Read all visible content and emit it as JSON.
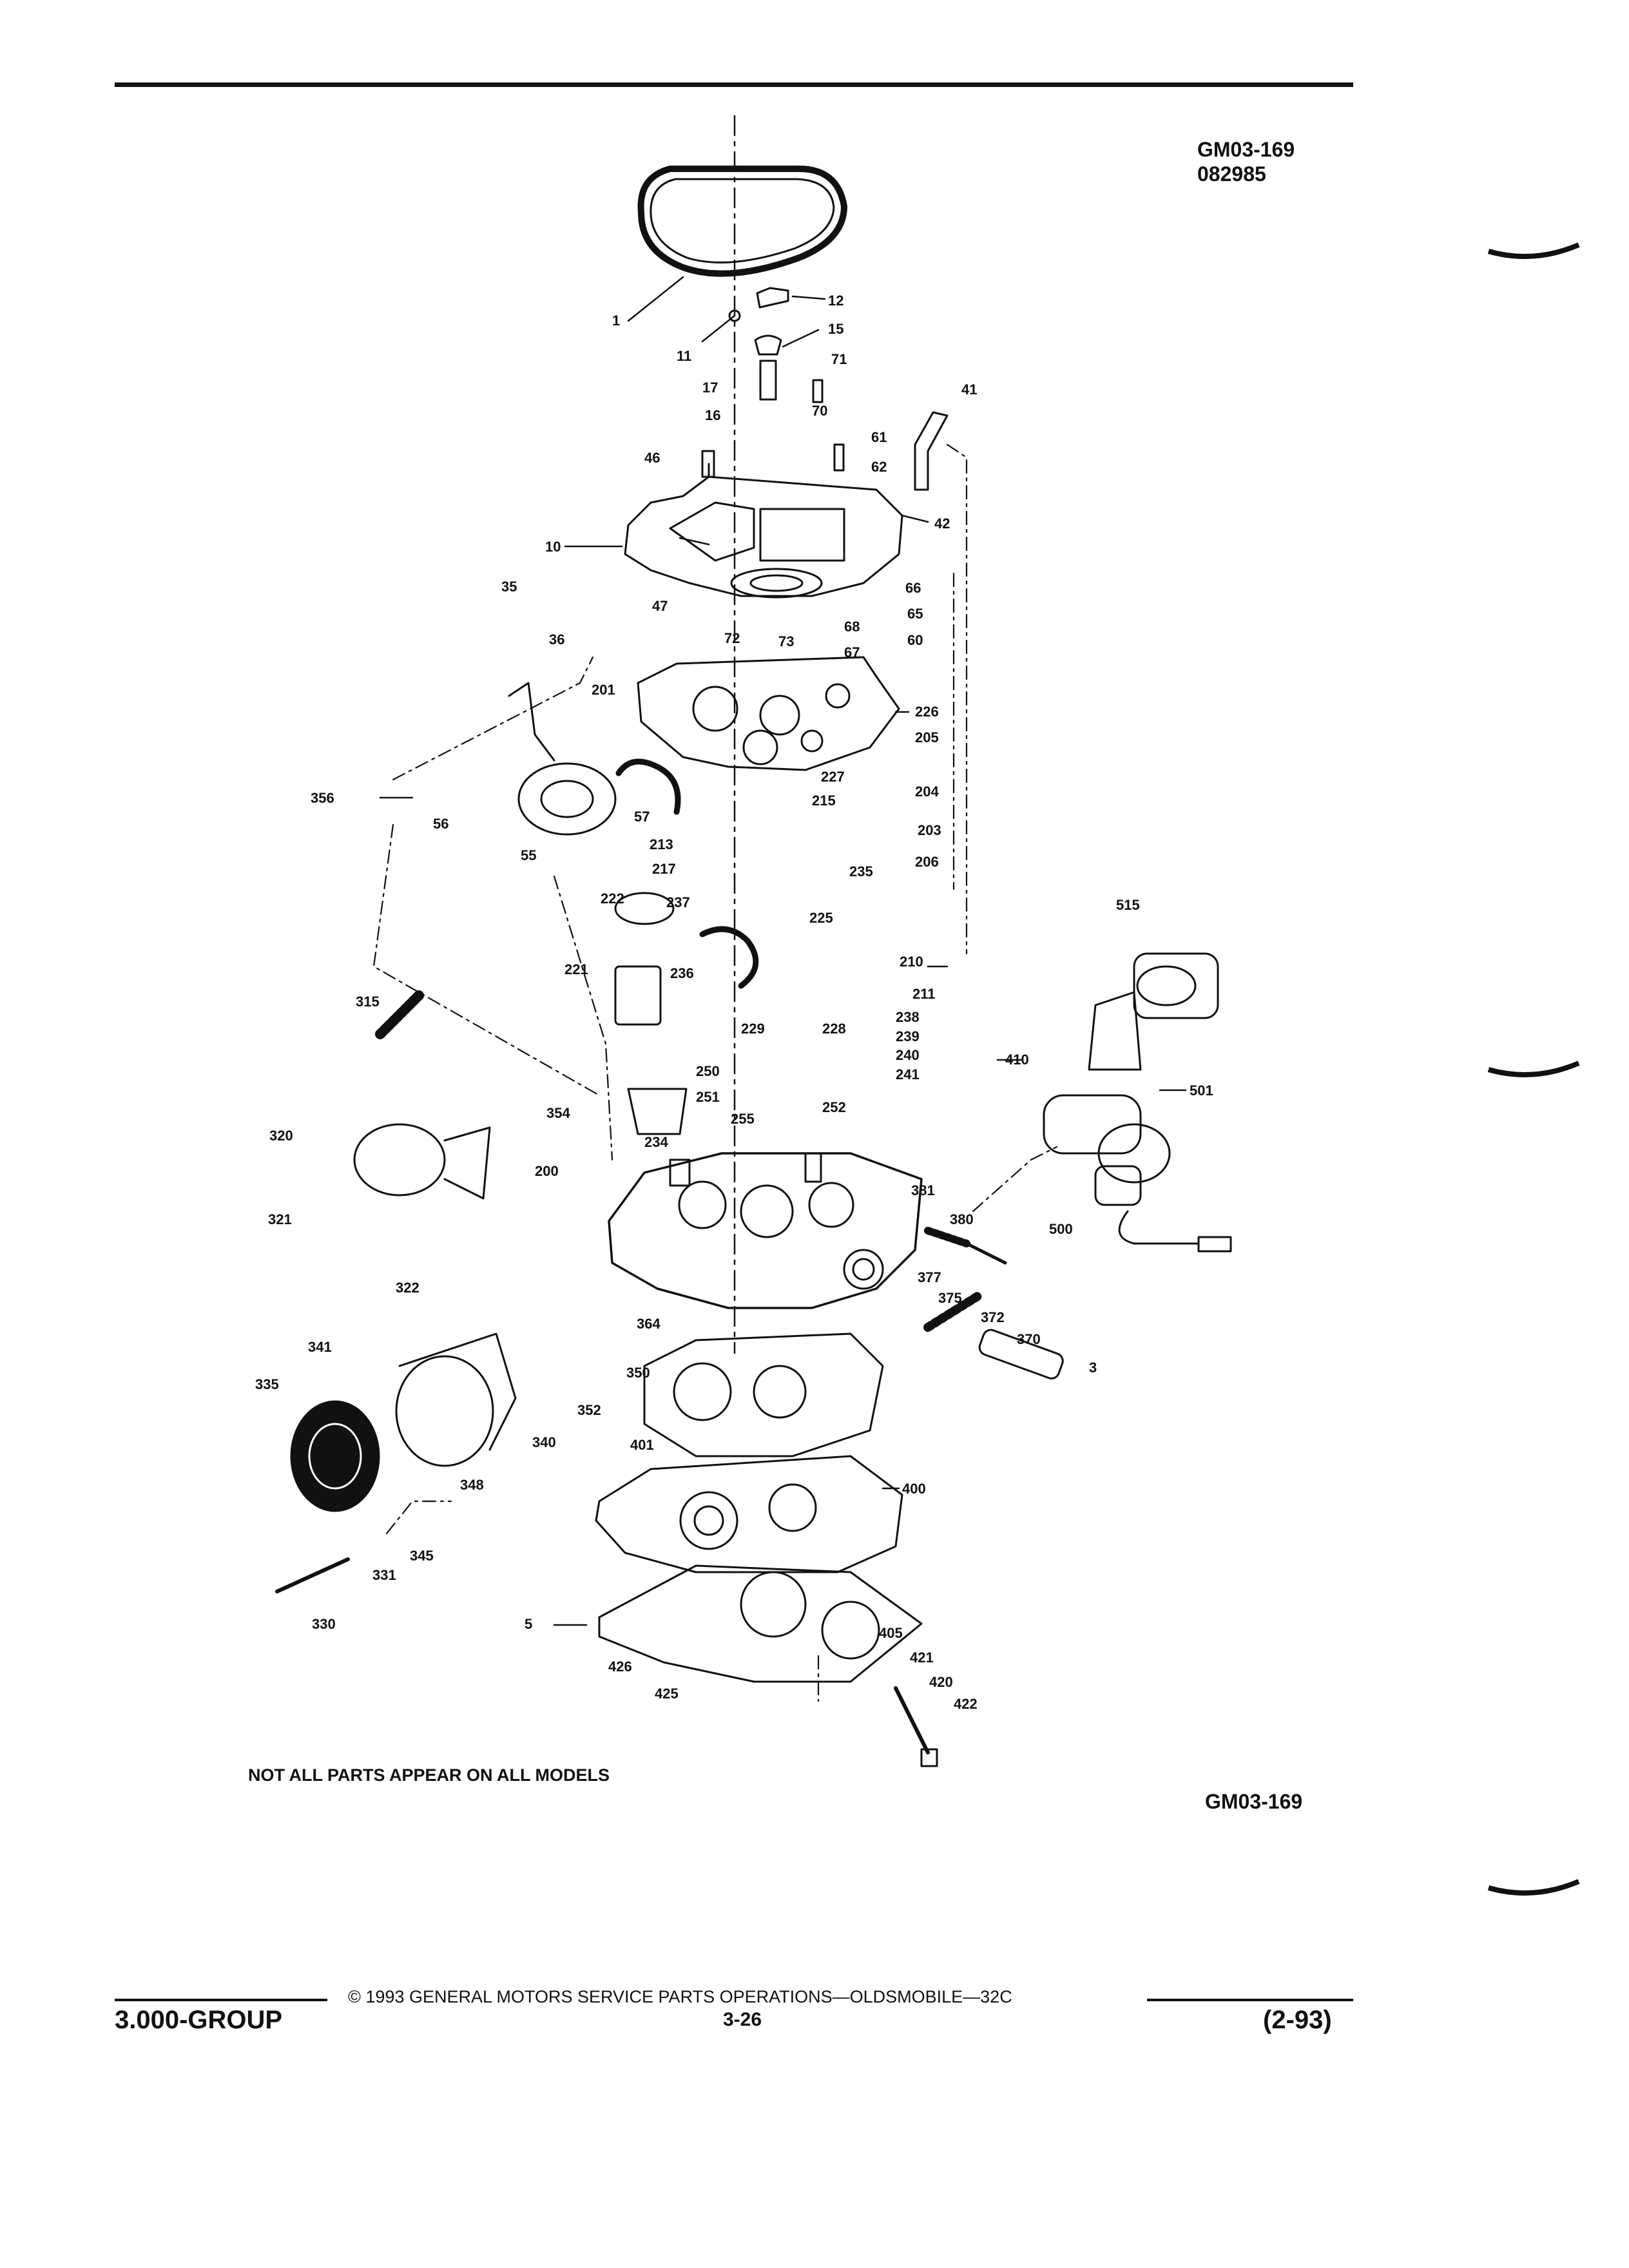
{
  "header": {
    "code_line1": "GM03-169",
    "code_line2": "082985"
  },
  "footnote": "NOT ALL PARTS APPEAR ON ALL MODELS",
  "figure_code_bottom": "GM03-169",
  "footer": {
    "copyright": "© 1993 GENERAL MOTORS SERVICE PARTS OPERATIONS—OLDSMOBILE—32C",
    "group": "3.000-GROUP",
    "page": "3-26",
    "revision": "(2-93)"
  },
  "callouts": [
    "1",
    "12",
    "11",
    "15",
    "71",
    "17",
    "16",
    "70",
    "61",
    "62",
    "46",
    "41",
    "42",
    "10",
    "35",
    "36",
    "47",
    "66",
    "65",
    "60",
    "68",
    "67",
    "72",
    "73",
    "201",
    "226",
    "205",
    "227",
    "215",
    "204",
    "203",
    "356",
    "56",
    "57",
    "55",
    "213",
    "217",
    "235",
    "206",
    "222",
    "237",
    "225",
    "515",
    "210",
    "221",
    "236",
    "211",
    "315",
    "238",
    "239",
    "228",
    "229",
    "240",
    "241",
    "250",
    "410",
    "251",
    "252",
    "501",
    "255",
    "354",
    "320",
    "234",
    "200",
    "381",
    "380",
    "500",
    "321",
    "377",
    "322",
    "375",
    "364",
    "372",
    "341",
    "370",
    "350",
    "335",
    "3",
    "352",
    "340",
    "401",
    "348",
    "400",
    "345",
    "331",
    "330",
    "5",
    "405",
    "426",
    "421",
    "420",
    "425",
    "422"
  ]
}
